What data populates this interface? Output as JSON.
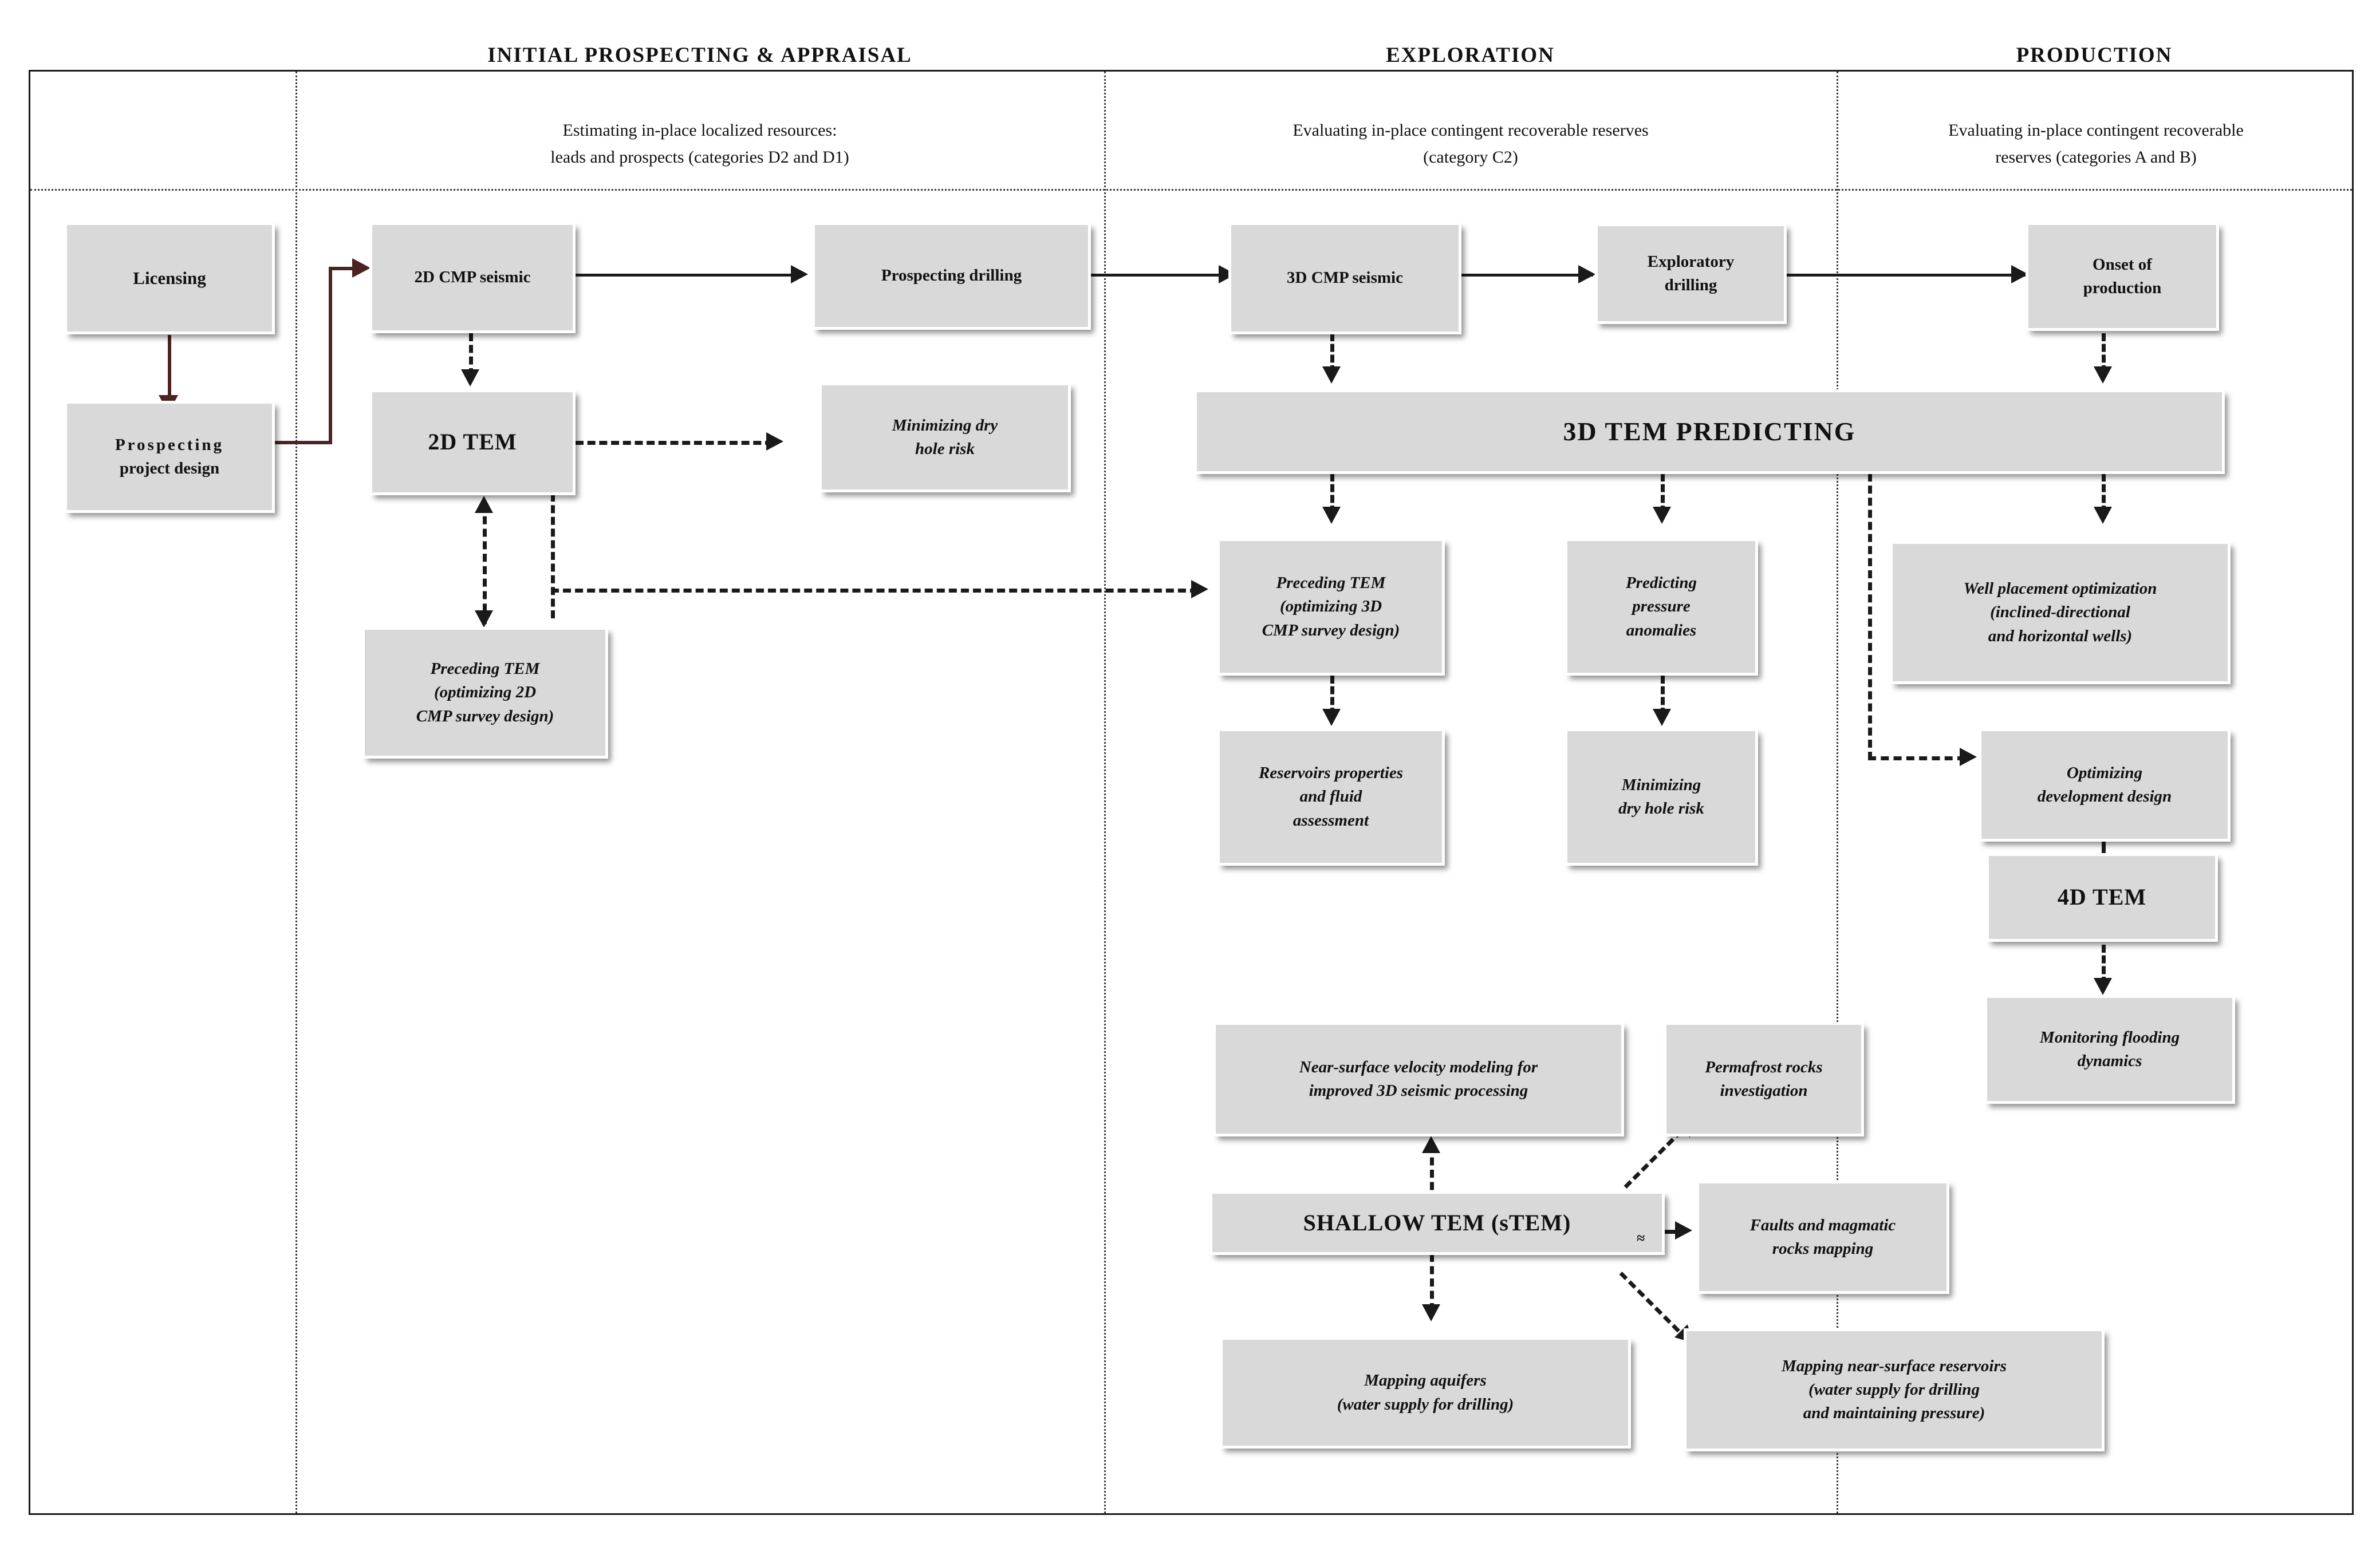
{
  "phases": [
    {
      "id": "initial",
      "title": "INITIAL PROSPECTING & APPRAISAL",
      "subtitle_line1": "Estimating in-place localized resources:",
      "subtitle_line2": "leads and prospects (categories  D2 and D1)"
    },
    {
      "id": "exploration",
      "title": "EXPLORATION",
      "subtitle_line1": "Evaluating in-place contingent recoverable reserves",
      "subtitle_line2": "(category C2)"
    },
    {
      "id": "production",
      "title": "PRODUCTION",
      "subtitle_line1": "Evaluating in-place contingent recoverable",
      "subtitle_line2": "reserves (categories A and B)"
    }
  ],
  "nodes": {
    "licensing": "Licensing",
    "prospecting_project_design_l1": "Prospecting",
    "prospecting_project_design_l2": "project design",
    "cmp2d": "2D CMP seismic",
    "tem2d": "2D TEM",
    "preceding_tem_2d_l1": "Preceding TEM",
    "preceding_tem_2d_l2": "(optimizing 2D",
    "preceding_tem_2d_l3": "CMP survey design)",
    "prospecting_drilling": "Prospecting drilling",
    "min_dry_hole_risk_a_l1": "Minimizing dry",
    "min_dry_hole_risk_a_l2": "hole risk",
    "cmp3d": "3D CMP seismic",
    "exploratory_drilling_l1": "Exploratory",
    "exploratory_drilling_l2": "drilling",
    "onset_of_production_l1": "Onset of",
    "onset_of_production_l2": "production",
    "tem3d_predicting": "3D TEM PREDICTING",
    "preceding_tem_3d_l1": "Preceding TEM",
    "preceding_tem_3d_l2": "(optimizing 3D",
    "preceding_tem_3d_l3": "CMP survey design)",
    "predicting_pressure_l1": "Predicting",
    "predicting_pressure_l2": "pressure",
    "predicting_pressure_l3": "anomalies",
    "reservoirs_props_l1": "Reservoirs properties",
    "reservoirs_props_l2": "and fluid",
    "reservoirs_props_l3": "assessment",
    "min_dry_hole_risk_b_l1": "Minimizing",
    "min_dry_hole_risk_b_l2": "dry hole risk",
    "well_placement_l1": "Well placement optimization",
    "well_placement_l2": "(inclined-directional",
    "well_placement_l3": "and horizontal wells)",
    "optimizing_dev_l1": "Optimizing",
    "optimizing_dev_l2": "development design",
    "tem4d": "4D TEM",
    "monitoring_flooding_l1": "Monitoring flooding",
    "monitoring_flooding_l2": "dynamics",
    "near_surface_velocity_l1": "Near-surface velocity modeling for",
    "near_surface_velocity_l2": "improved 3D seismic processing",
    "permafrost_l1": "Permafrost rocks",
    "permafrost_l2": "investigation",
    "shallow_tem": "SHALLOW TEM  (sTEM)",
    "shallow_tem_approx": "≈",
    "faults_magmatic_l1": "Faults and magmatic",
    "faults_magmatic_l2": "rocks mapping",
    "mapping_aquifers_l1": "Mapping aquifers",
    "mapping_aquifers_l2": "(water supply for drilling)",
    "mapping_near_surface_l1": "Mapping near-surface reservoirs",
    "mapping_near_surface_l2": "(water supply for drilling",
    "mapping_near_surface_l3": "and maintaining pressure)"
  },
  "colors": {
    "box_fill": "#d9d9d9",
    "box_border": "#ffffff",
    "connector": "#1a1a1a",
    "maroon_connector": "#4d2222",
    "frame": "#1a1a1a",
    "divider": "#3a3a3a"
  }
}
